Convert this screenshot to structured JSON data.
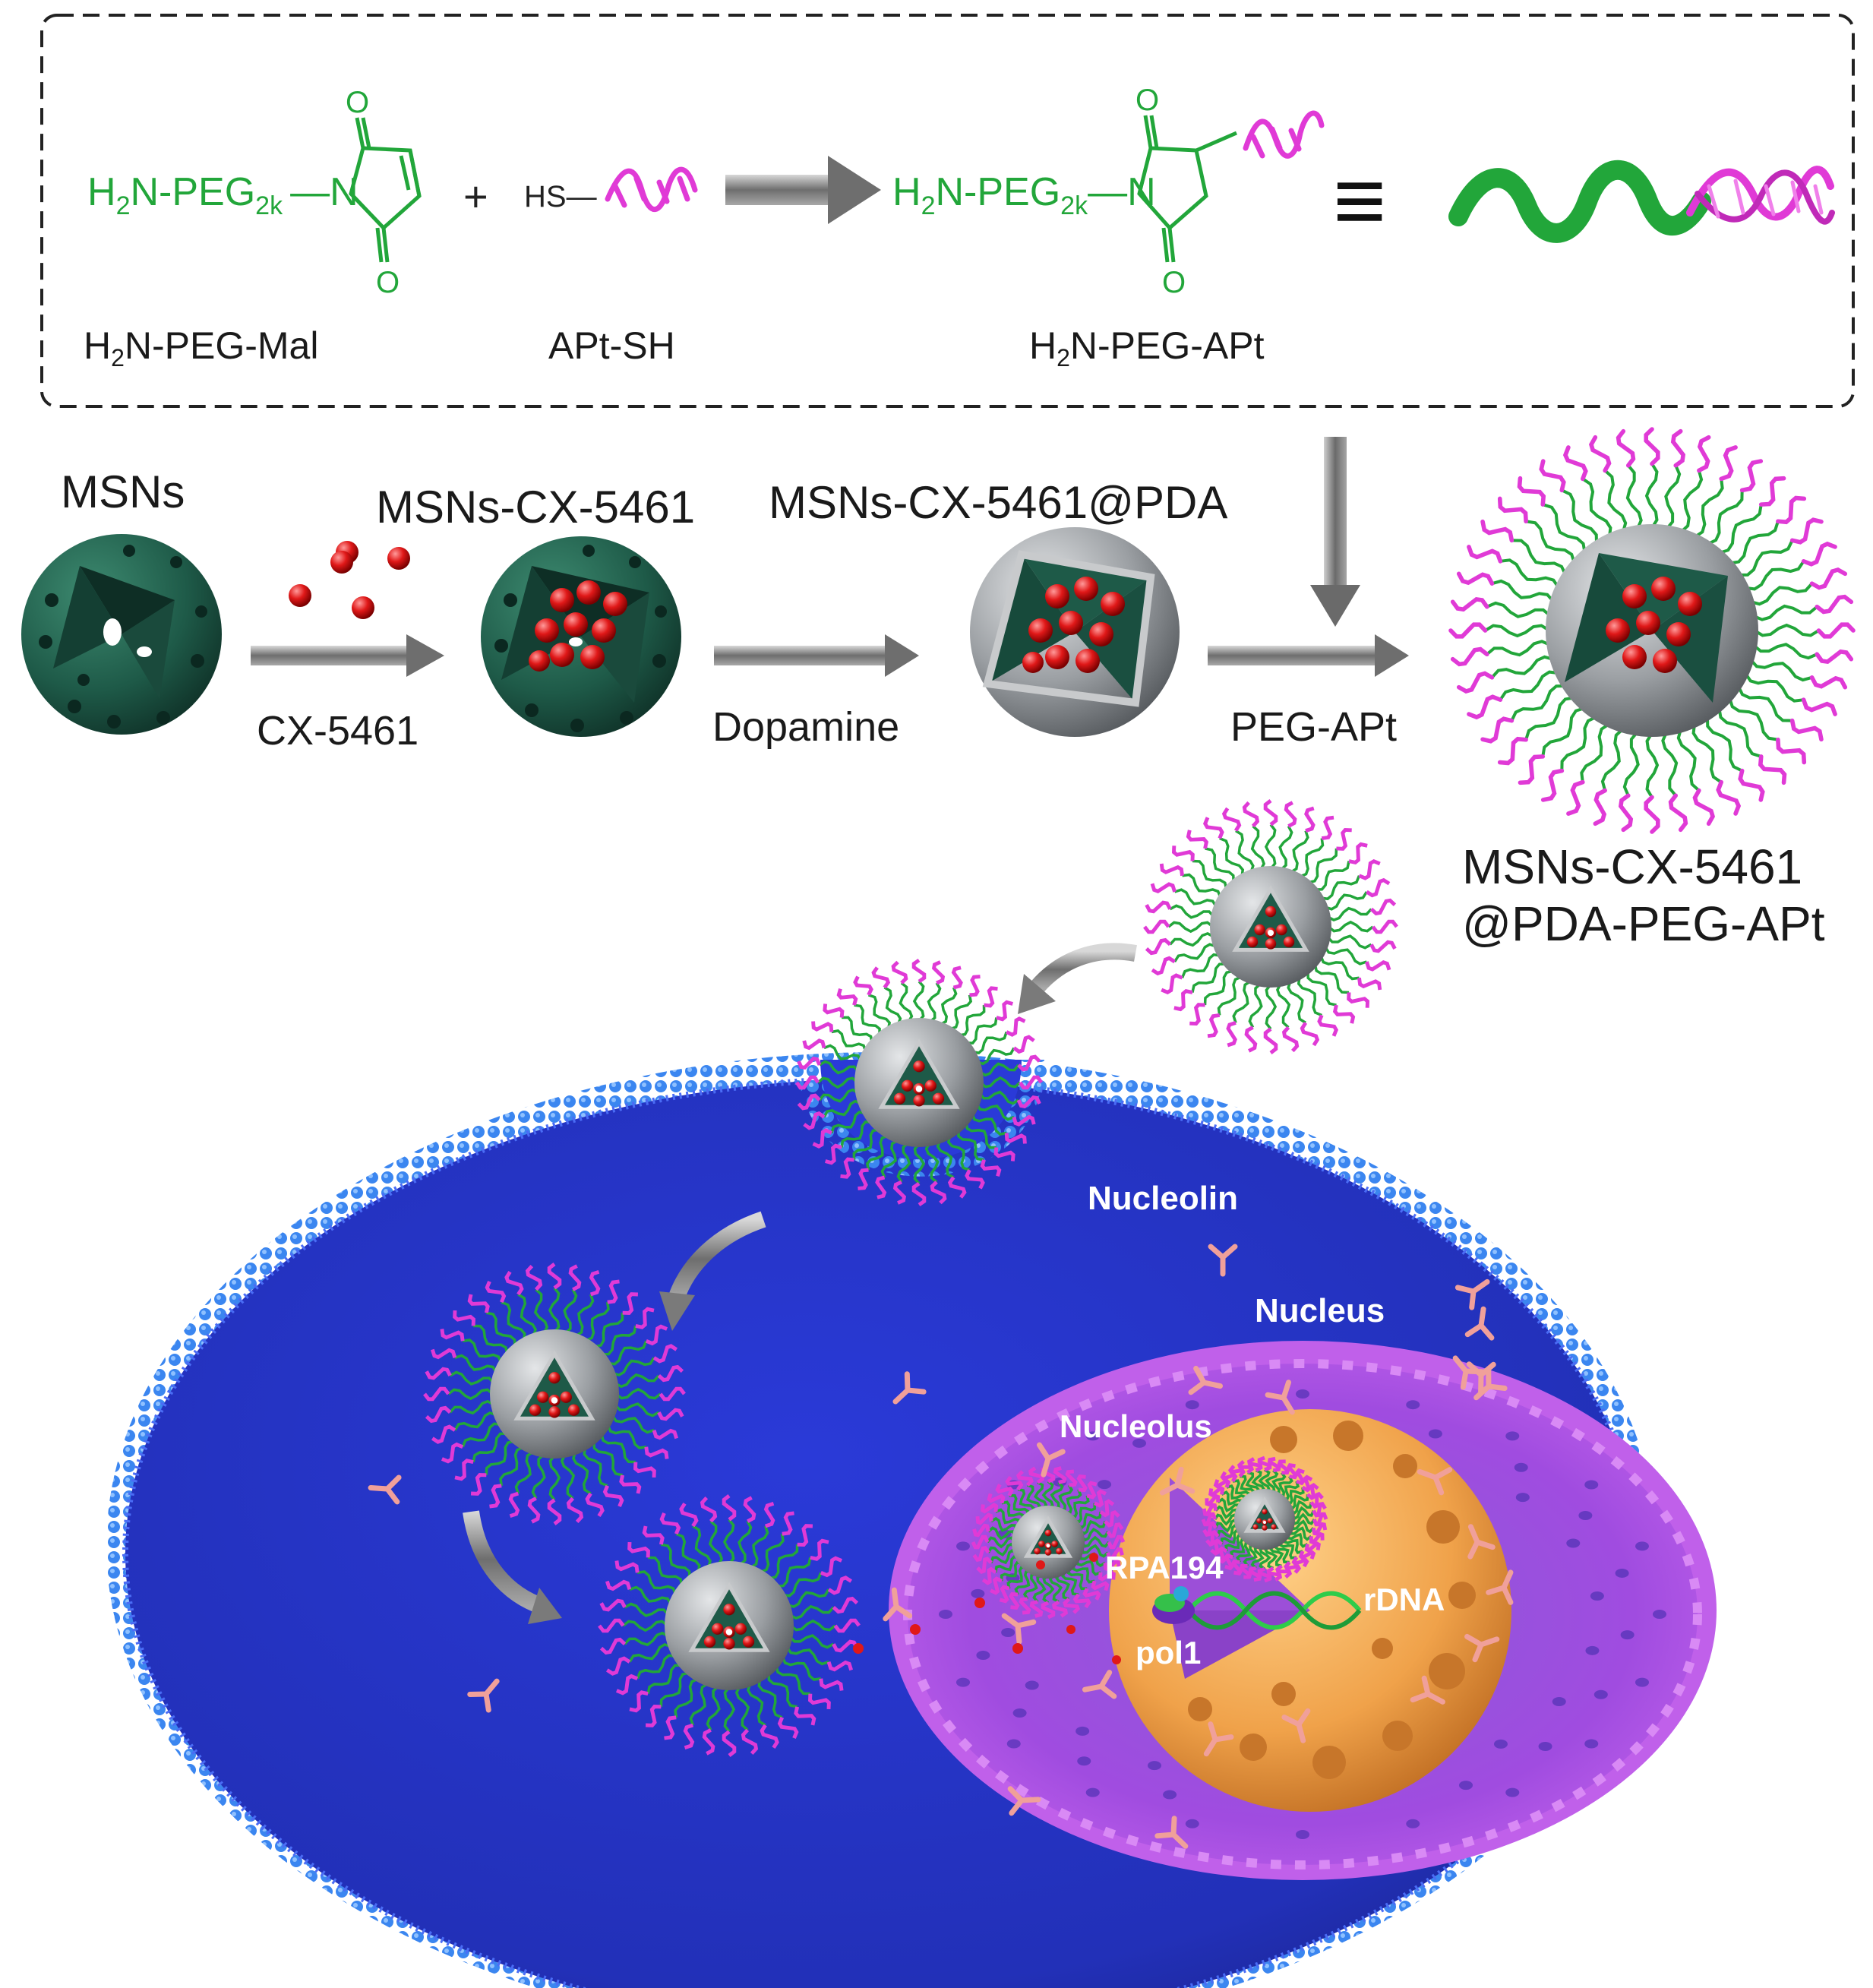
{
  "colors": {
    "peg_green": "#22a63a",
    "aptamer_magenta": "#e03ad6",
    "msn_teal": "#1e5a48",
    "drug_red": "#e01818",
    "pda_gray": "#8a8f93",
    "cytoplasm_blue": "#2a3ad8",
    "membrane_blue": "#3b86f0",
    "nucleus_purple": "#b84be0",
    "nucleolus_orange": "#f0a24a",
    "nucleolin_pink": "#f0a09a"
  },
  "reaction": {
    "reactant1": {
      "prefix": "H",
      "sub1": "2",
      "mid": "N-PEG",
      "sub2": "2k",
      "bond": "—N"
    },
    "plus": "+",
    "reactant2": {
      "thiol": "HS—"
    },
    "product": {
      "prefix": "H",
      "sub1": "2",
      "mid": "N-PEG",
      "sub2": "2k",
      "bond": "—N"
    },
    "equiv": "≡",
    "oxygen": "O",
    "names": {
      "n1_a": "H",
      "n1_sub": "2",
      "n1_b": "N-PEG-Mal",
      "n2": "APt-SH",
      "n3_a": "H",
      "n3_sub": "2",
      "n3_b": "N-PEG-APt"
    }
  },
  "synthesis": {
    "msns": "MSNs",
    "msns_cx": "MSNs-CX-5461",
    "msns_cx_pda": "MSNs-CX-5461@PDA",
    "step1": "CX-5461",
    "step2": "Dopamine",
    "step3": "PEG-APt",
    "final_line1": "MSNs-CX-5461",
    "final_line2": "@PDA-PEG-APt"
  },
  "cell": {
    "nucleolin": "Nucleolin",
    "nucleus": "Nucleus",
    "nucleolus": "Nucleolus",
    "rpa194": "RPA194",
    "rdna": "rDNA",
    "pol1": "pol1"
  }
}
